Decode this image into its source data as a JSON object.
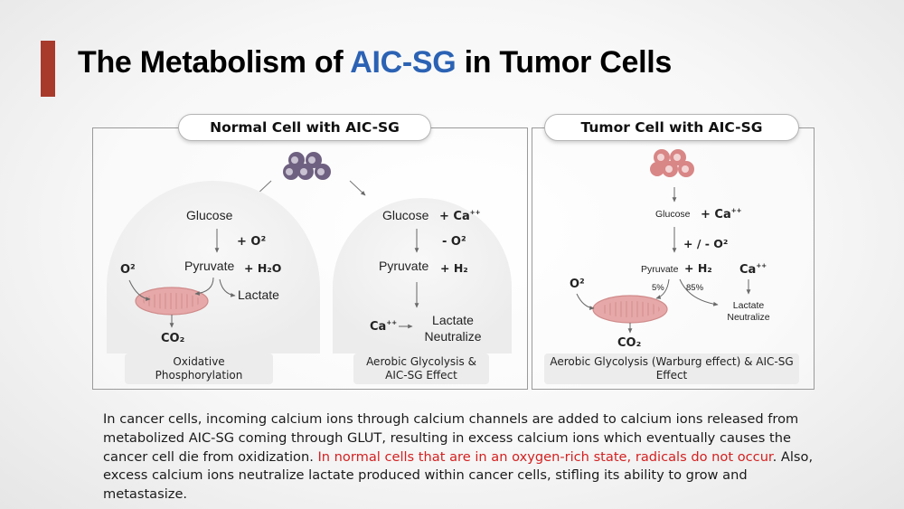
{
  "slide": {
    "title_prefix": "The Metabolism of ",
    "title_highlight": "AIC-SG",
    "title_suffix": " in Tumor Cells"
  },
  "colors": {
    "accent_bar": "#a83a2c",
    "title_highlight": "#2b62b4",
    "highlight_text": "#d42020",
    "normal_cell": "#6e6080",
    "tumor_cell": "#d98686",
    "mitochondria": "#e6a8a8"
  },
  "panels": {
    "normal": {
      "title": "Normal Cell with AIC-SG",
      "left": {
        "glucose": "Glucose",
        "plus_o2": "+ O²",
        "o2": "O²",
        "pyruvate": "Pyruvate",
        "plus_h2o": "+ H₂O",
        "lactate": "Lactate",
        "co2": "CO₂",
        "caption": "Oxidative Phosphorylation"
      },
      "right": {
        "glucose": "Glucose",
        "plus_ca": "+ Ca",
        "ca_sup": "++",
        "minus_o2": "- O²",
        "pyruvate": "Pyruvate",
        "plus_h2": "+ H₂",
        "ca": "Ca",
        "ca2_sup": "++",
        "lactate": "Lactate",
        "neutralize": "Neutralize",
        "caption": "Aerobic Glycolysis & AIC-SG Effect"
      }
    },
    "tumor": {
      "title": "Tumor Cell with AIC-SG",
      "glucose": "Glucose",
      "plus_ca": "+ Ca",
      "ca_sup": "++",
      "plus_minus_o2": "+ / - O²",
      "pyruvate": "Pyruvate",
      "plus_h2": "+ H₂",
      "o2": "O²",
      "ca": "Ca",
      "ca2_sup": "++",
      "pct_5": "5%",
      "pct_85": "85%",
      "lactate": "Lactate",
      "neutralize": "Neutralize",
      "co2": "CO₂",
      "caption": "Aerobic Glycolysis (Warburg effect) & AIC-SG Effect"
    }
  },
  "body": {
    "text_1": "In cancer cells, incoming calcium ions through calcium channels are added to calcium ions released from metabolized AIC-SG coming through GLUT, resulting in excess calcium ions which eventually causes the cancer cell die from oxidization. ",
    "text_highlight": "In normal cells that are in an oxygen-rich state, radicals do not occur",
    "text_2": ". Also, excess calcium ions neutralize lactate produced within cancer cells, stifling its ability to grow and metastasize."
  }
}
